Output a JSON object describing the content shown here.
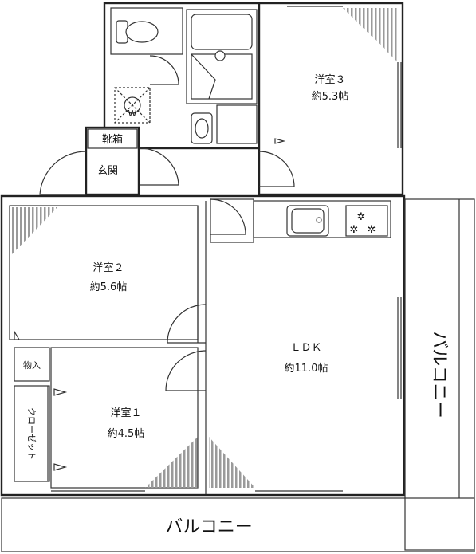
{
  "rooms": {
    "western3": {
      "name": "洋室３",
      "size": "約5.3帖"
    },
    "western2": {
      "name": "洋室２",
      "size": "約5.6帖"
    },
    "western1": {
      "name": "洋室１",
      "size": "約4.5帖"
    },
    "ldk": {
      "name": "ＬＤＫ",
      "size": "約11.0帖"
    },
    "storage": {
      "name": "物入"
    },
    "closet": {
      "name": "クローゼット"
    },
    "entrance": {
      "name": "玄関"
    },
    "shoe_box": {
      "name": "靴箱"
    }
  },
  "balcony": {
    "side": "バルコニー",
    "bottom": "バルコニー"
  },
  "fixtures": {
    "washer_mark": "W"
  },
  "colors": {
    "wall": "#222222",
    "hatch": "#9a9a9a",
    "background": "#ffffff"
  }
}
